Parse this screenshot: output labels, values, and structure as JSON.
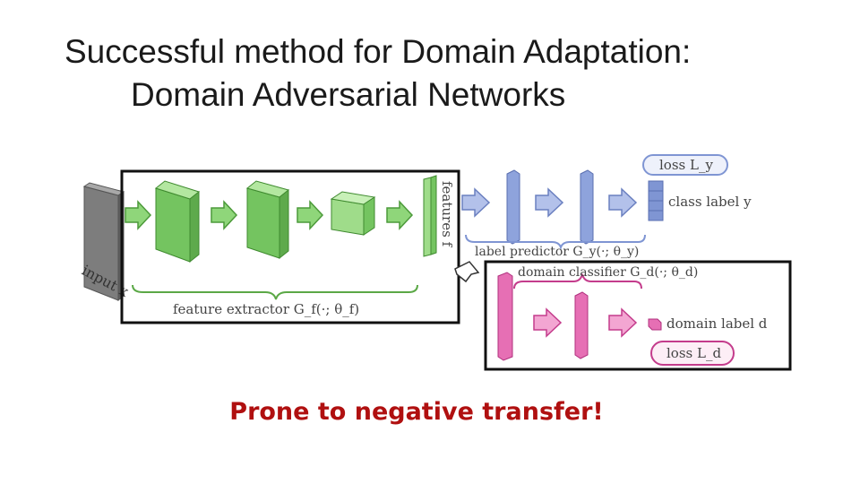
{
  "title": {
    "line1": "Successful method for Domain Adaptation:",
    "line2": "Domain Adversarial Networks"
  },
  "diagram": {
    "input_label": "input x",
    "features_label": "features f",
    "feature_extractor_label": "feature extractor G_f(·; θ_f)",
    "label_predictor_label": "label predictor G_y(·; θ_y)",
    "domain_classifier_label": "domain classifier G_d(·; θ_d)",
    "class_label": "class label y",
    "loss_y": "loss L_y",
    "domain_label": "domain label d",
    "loss_d": "loss L_d"
  },
  "colors": {
    "green": "#8fd67a",
    "blue": "#9aaee0",
    "pink": "#ef86c3",
    "caption": "#b01010"
  },
  "caption": "Prone to negative transfer!"
}
